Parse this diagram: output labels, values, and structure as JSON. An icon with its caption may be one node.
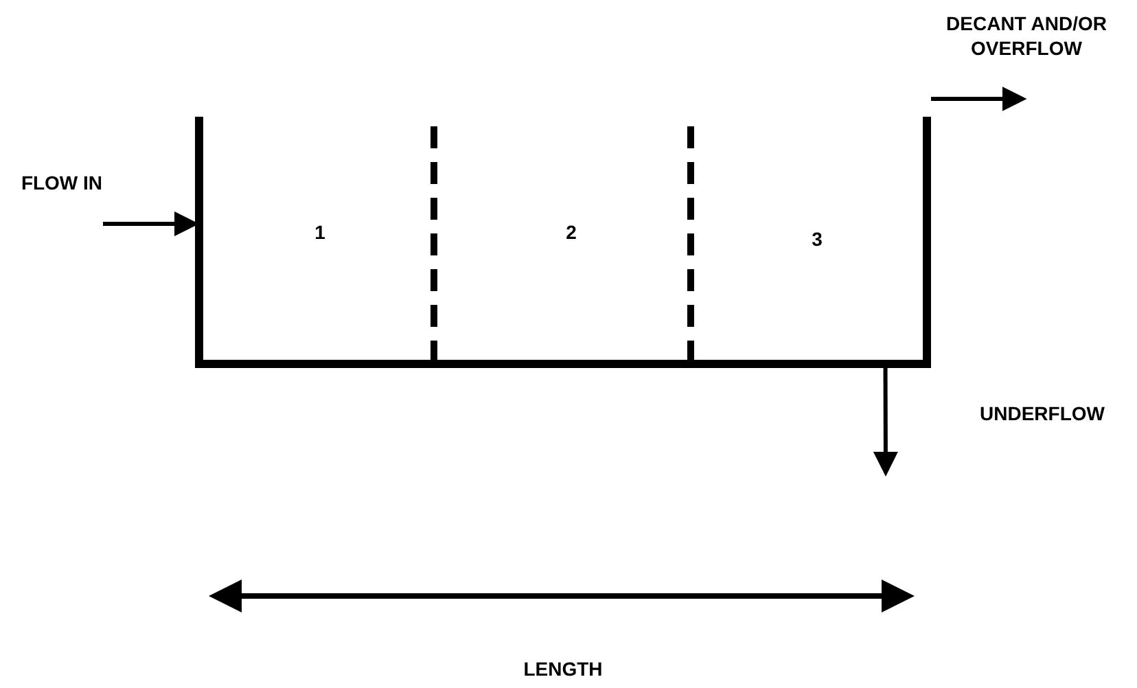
{
  "diagram": {
    "nodes": [
      {
        "text": [],
        "shape": "box"
      },
      {
        "text": [
          "1"
        ],
        "in": 0
      },
      {
        "text": [
          "2"
        ],
        "in": 0
      },
      {
        "text": [
          "3"
        ],
        "in": 0
      },
      {
        "text": [
          "FLOW IN"
        ]
      },
      {
        "text": [
          "DECANT AND/OR OVERFLOW"
        ]
      },
      {
        "text": [
          "UNDERFLOW"
        ]
      }
    ],
    "edges": [
      {
        "from": 4,
        "to": 0,
        "arrow": "to"
      },
      {
        "from": 0,
        "to": 5,
        "arrow": "to"
      },
      {
        "from": 0,
        "to": 6,
        "arrow": "to"
      }
    ],
    "labels": [
      "LENGTH"
    ]
  }
}
